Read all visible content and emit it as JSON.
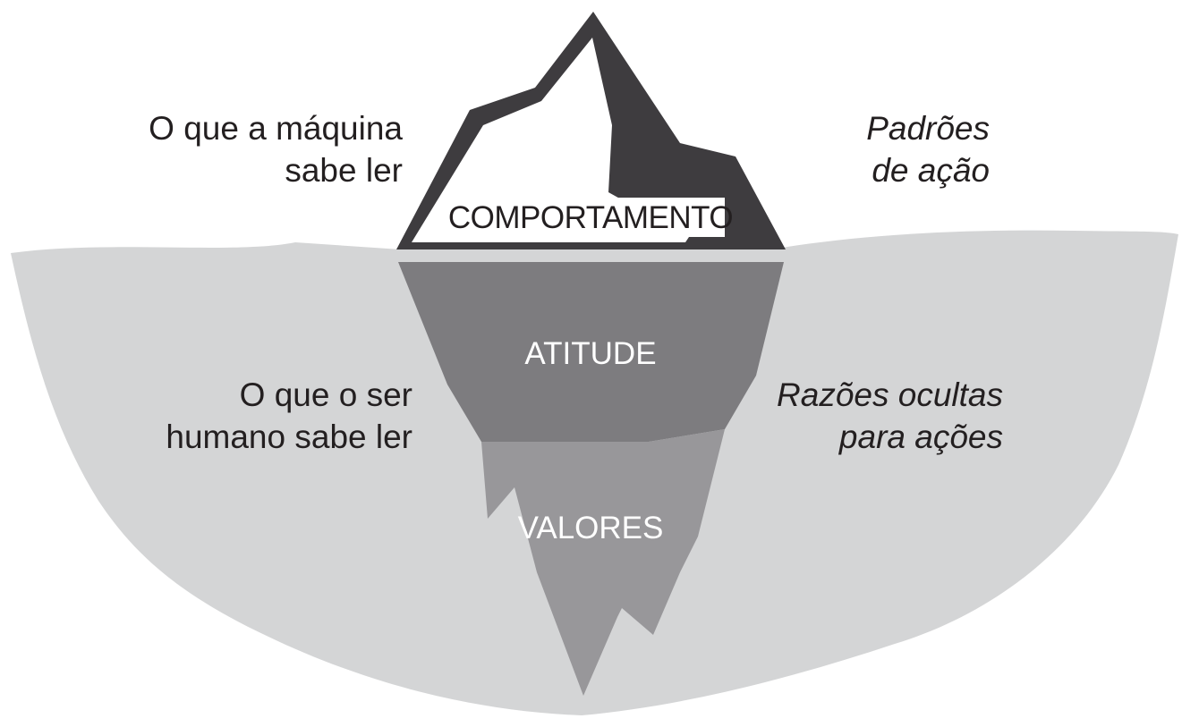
{
  "diagram": {
    "layers": {
      "behavior": "COMPORTAMENTO",
      "attitude": "ATITUDE",
      "values": "VALORES"
    },
    "left_labels": {
      "machine_reads": [
        "O que a máquina",
        "sabe ler"
      ],
      "human_reads": [
        "O que o ser",
        "humano sabe ler"
      ]
    },
    "right_labels": {
      "action_patterns": [
        "Padrões",
        "de ação"
      ],
      "hidden_reasons": [
        "Razões ocultas",
        "para ações"
      ]
    },
    "colors": {
      "water": "#d4d5d6",
      "iceberg_tip_outline": "#3e3c3f",
      "iceberg_tip_fill": "#ffffff",
      "attitude_layer": "#7d7c7f",
      "values_layer": "#98979a",
      "text_dark": "#231f20",
      "text_light": "#ffffff"
    }
  }
}
